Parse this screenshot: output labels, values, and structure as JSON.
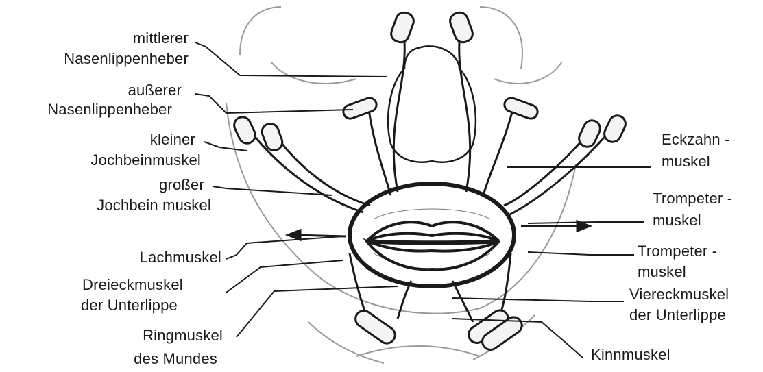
{
  "labels_left": [
    {
      "id": "mittlerer-nasenlippenheber",
      "line1": "mittlerer",
      "line2": "Nasenlippenheber"
    },
    {
      "id": "ausserer-nasenlippenheber",
      "line1": "außerer",
      "line2": "Nasenlippenheber"
    },
    {
      "id": "kleiner-jochbeinmuskel",
      "line1": "kleiner",
      "line2": "Jochbeinmuskel"
    },
    {
      "id": "grosser-jochbeinmuskel",
      "line1": "großer",
      "line2": "Jochbein muskel"
    },
    {
      "id": "lachmuskel",
      "line1": "Lachmuskel",
      "line2": ""
    },
    {
      "id": "dreieckmuskel",
      "line1": "Dreieckmuskel",
      "line2": "der Unterlippe"
    },
    {
      "id": "ringmuskel",
      "line1": "Ringmuskel",
      "line2": "des Mundes"
    }
  ],
  "labels_right": [
    {
      "id": "eckzahnmuskel",
      "line1": "Eckzahn -",
      "line2": "muskel"
    },
    {
      "id": "trompetermuskel-1",
      "line1": "Trompeter -",
      "line2": "muskel"
    },
    {
      "id": "trompetermuskel-2",
      "line1": "Trompeter -",
      "line2": "muskel"
    },
    {
      "id": "viereckmuskel",
      "line1": "Viereckmuskel",
      "line2": "der Unterlippe"
    },
    {
      "id": "kinnmuskel",
      "line1": "Kinnmuskel",
      "line2": ""
    }
  ],
  "colors": {
    "ink": "#1a1a1a",
    "muscle_fill": "#f2f2f2",
    "face_outline": "#8a8a8a"
  }
}
